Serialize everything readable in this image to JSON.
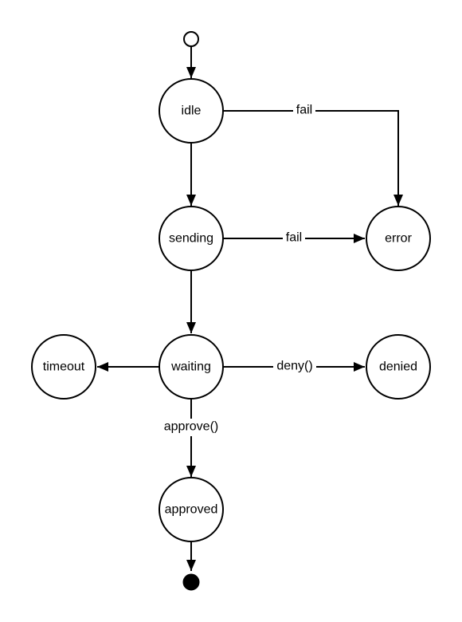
{
  "diagram": {
    "type": "state-machine",
    "states": {
      "idle": "idle",
      "sending": "sending",
      "error": "error",
      "timeout": "timeout",
      "waiting": "waiting",
      "denied": "denied",
      "approved": "approved"
    },
    "transitions": {
      "idle_error": "fail",
      "sending_error": "fail",
      "waiting_denied": "deny()",
      "waiting_approved": "approve()"
    }
  }
}
